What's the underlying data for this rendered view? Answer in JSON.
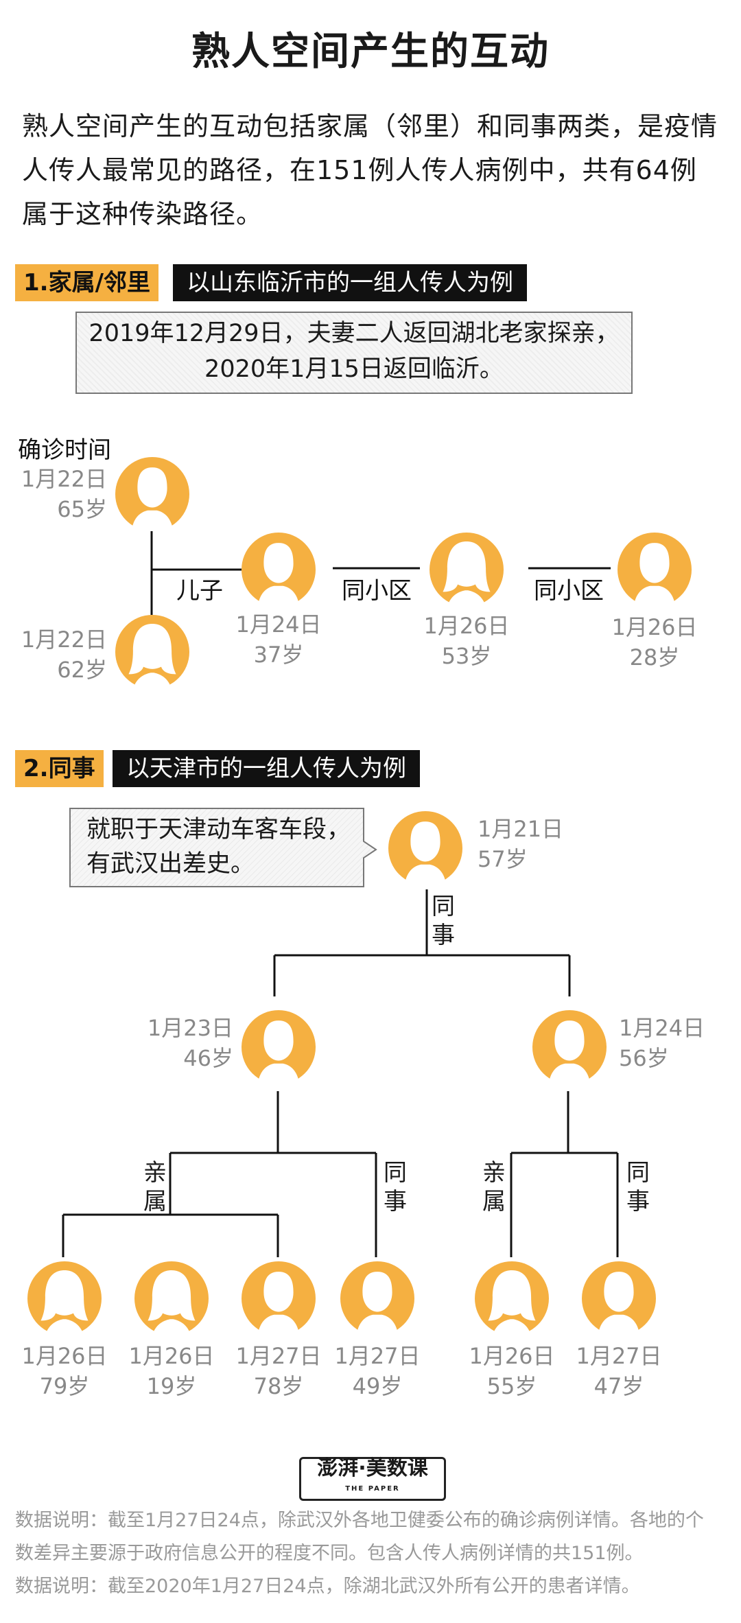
{
  "title": "熟人空间产生的互动",
  "intro": "熟人空间产生的互动包括家属（邻里）和同事两类，是疫情人传人最常见的路径，在151例人传人病例中，共有64例属于这种传染路径。",
  "colors": {
    "accent": "#f5b041",
    "dark": "#111111",
    "gray_text": "#888888"
  },
  "section1": {
    "tag": "1.家属/邻里",
    "bar": "以山东临沂市的一组人传人为例",
    "note_line1": "2019年12月29日，夫妻二人返回湖北老家探亲，",
    "note_line2": "2020年1月15日返回临沂。",
    "legend": "确诊时间",
    "people": [
      {
        "date": "1月22日",
        "age": "65岁",
        "gender": "male"
      },
      {
        "date": "1月22日",
        "age": "62岁",
        "gender": "female"
      },
      {
        "date": "1月24日",
        "age": "37岁",
        "gender": "male"
      },
      {
        "date": "1月26日",
        "age": "53岁",
        "gender": "female"
      },
      {
        "date": "1月26日",
        "age": "28岁",
        "gender": "male"
      }
    ],
    "relations": [
      "儿子",
      "同小区",
      "同小区"
    ]
  },
  "section2": {
    "tag": "2.同事",
    "bar": "以天津市的一组人传人为例",
    "note_line1": "就职于天津动车客车段，",
    "note_line2": "有武汉出差史。",
    "root": {
      "date": "1月21日",
      "age": "57岁",
      "gender": "male"
    },
    "mid": [
      {
        "date": "1月23日",
        "age": "46岁",
        "gender": "male"
      },
      {
        "date": "1月24日",
        "age": "56岁",
        "gender": "male"
      }
    ],
    "leaves": [
      {
        "date": "1月26日",
        "age": "79岁",
        "gender": "female"
      },
      {
        "date": "1月26日",
        "age": "19岁",
        "gender": "female"
      },
      {
        "date": "1月27日",
        "age": "78岁",
        "gender": "male"
      },
      {
        "date": "1月27日",
        "age": "49岁",
        "gender": "male"
      },
      {
        "date": "1月26日",
        "age": "55岁",
        "gender": "female"
      },
      {
        "date": "1月27日",
        "age": "47岁",
        "gender": "male"
      }
    ],
    "rel_root_1": "同",
    "rel_root_2": "事",
    "rel_a1_1": "亲",
    "rel_a1_2": "属",
    "rel_a2_1": "同",
    "rel_a2_2": "事",
    "rel_b1_1": "亲",
    "rel_b1_2": "属",
    "rel_b2_1": "同",
    "rel_b2_2": "事"
  },
  "footer": {
    "logo_main": "澎湃·美数课",
    "logo_sub": "THE PAPER",
    "note1_line1": "数据说明：截至1月27日24点，除武汉外各地卫健委公布的确诊病例详情。各地的个",
    "note1_line2": "数差异主要源于政府信息公开的程度不同。包含人传人病例详情的共151例。",
    "note2": "数据说明：截至2020年1月27日24点，除湖北武汉外所有公开的患者详情。"
  }
}
